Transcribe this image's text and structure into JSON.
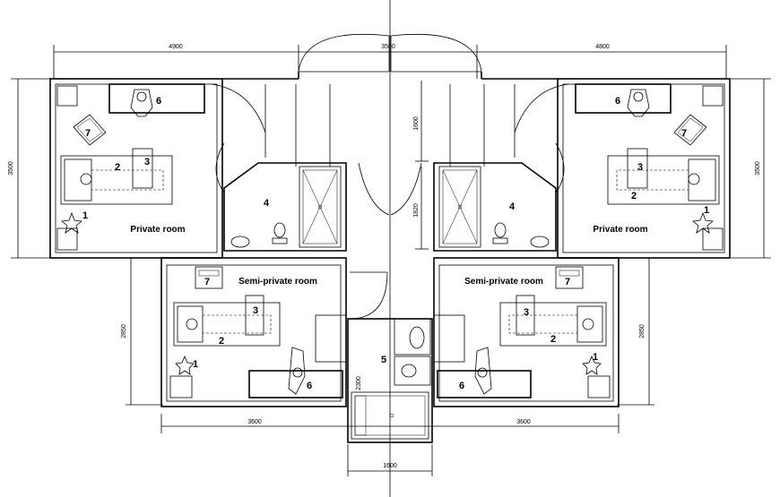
{
  "dimensions": {
    "top_left": "4900",
    "top_center": "3500",
    "top_right": "4800",
    "left_private": "3500",
    "right_private": "3500",
    "left_semi": "2850",
    "right_semi": "2850",
    "center_upper": "1600",
    "center_lower": "1820",
    "bath_height": "2300",
    "bottom_left": "3600",
    "bottom_right": "3600",
    "bottom_center": "1600"
  },
  "rooms": {
    "private_left": "Private room",
    "private_right": "Private room",
    "semi_left": "Semi-private room",
    "semi_right": "Semi-private room"
  },
  "labels": {
    "one": "1",
    "two": "2",
    "three": "3",
    "four": "4",
    "five": "5",
    "six": "6",
    "seven": "7"
  }
}
